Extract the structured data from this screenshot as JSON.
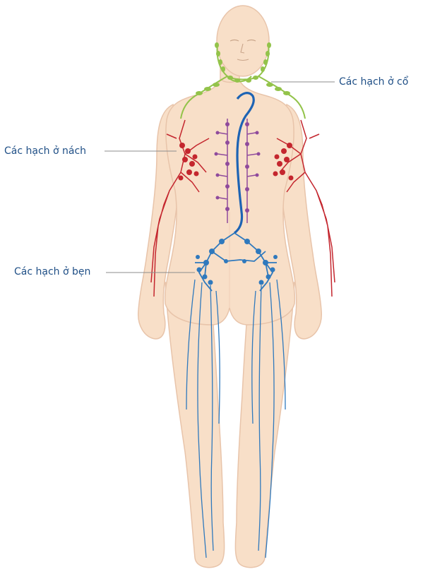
{
  "labels": {
    "neck": "Các hạch ở cổ",
    "armpit": "Các hạch ở nách",
    "groin": "Các hạch ở bẹn"
  },
  "colors": {
    "skin": "#f8dfc8",
    "outline": "#e8c4aa",
    "neck_nodes": "#93c34a",
    "armpit_nodes": "#c4262e",
    "chest_nodes": "#8f4a9c",
    "groin_nodes": "#2f79bd",
    "thoracic_duct": "#1d63b4",
    "label_text": "#1f4f86",
    "leader_line": "#8c8c8c"
  },
  "icons": {
    "figure": "human-body-front-view",
    "node_shape": "lymph-node-dot"
  }
}
